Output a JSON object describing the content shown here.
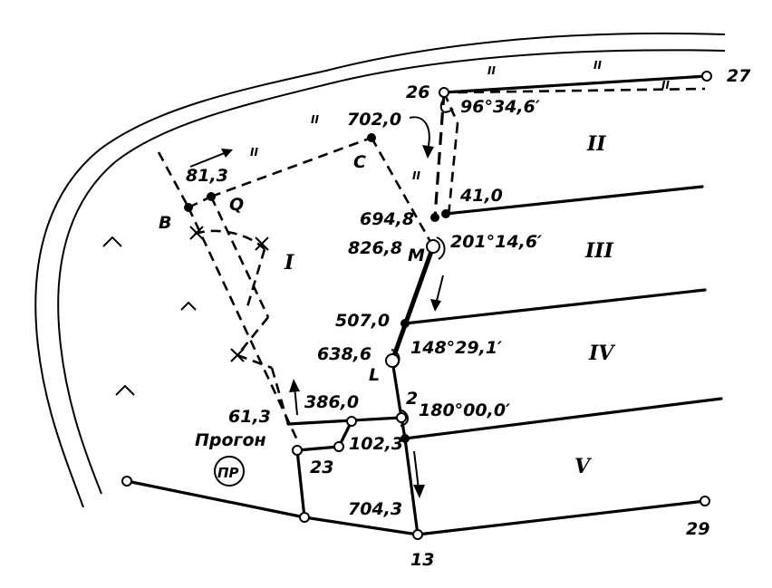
{
  "diagram": {
    "points": {
      "p26": "26",
      "p27": "27",
      "p29": "29",
      "p13": "13",
      "p23": "23",
      "p2": "2",
      "pB": "B",
      "pQ": "Q",
      "pC": "C",
      "pM": "M",
      "pL": "L"
    },
    "lengths": {
      "l702": "702,0",
      "l813": "81,3",
      "l410": "41,0",
      "l6948": "694,8",
      "l8268": "826,8",
      "l5070": "507,0",
      "l6386": "638,6",
      "l3860": "386,0",
      "l613": "61,3",
      "l1023": "102,3",
      "l7043": "704,3"
    },
    "angles": {
      "a26": "96°34,6′",
      "aM": "201°14,6′",
      "aL": "148°29,1′",
      "a2": "180°00,0′"
    },
    "parcels": {
      "r1": "I",
      "r2": "II",
      "r3": "III",
      "r4": "IV",
      "r5": "V"
    },
    "legend": {
      "pass": "Прогон",
      "pr": "ПР"
    },
    "ticks": "II"
  }
}
